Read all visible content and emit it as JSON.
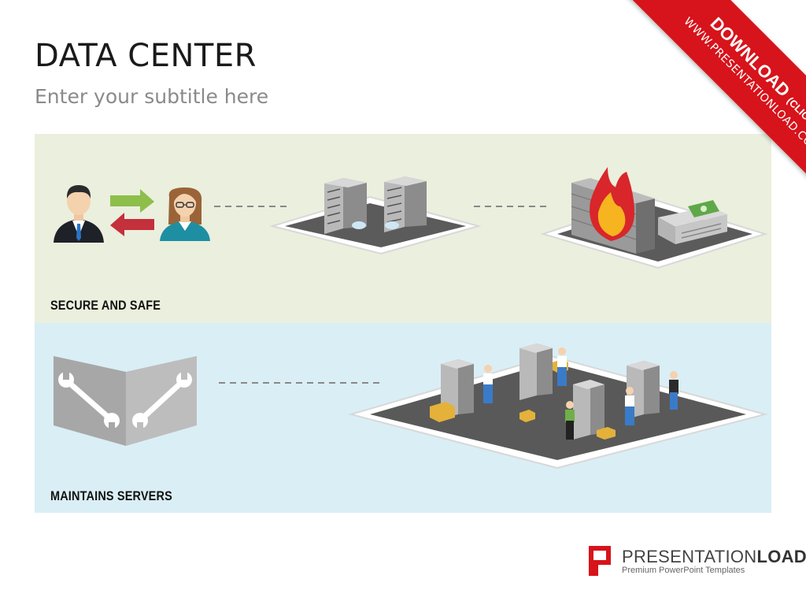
{
  "header": {
    "title": "DATA CENTER",
    "subtitle": "Enter your subtitle here"
  },
  "sections": [
    {
      "label": "SECURE AND SAFE"
    },
    {
      "label": "MAINTAINS SERVERS"
    }
  ],
  "ribbon": {
    "main": "DOWNLOAD",
    "click": "(CLICK)",
    "url": "WWW.PRESENTATIONLOAD.COM"
  },
  "logo": {
    "name_part1": "PRESENTATION",
    "name_part2": "LOAD",
    "registered": "®",
    "tagline": "Premium PowerPoint Templates"
  },
  "icons": {
    "businessman": "businessman-icon",
    "businesswoman": "businesswoman-icon",
    "exchange_arrows": "exchange-arrows-icon",
    "server_room": "server-room-icon",
    "firewall": "firewall-icon",
    "tools": "wrench-tools-icon",
    "maintenance_floor": "maintenance-floor-icon"
  },
  "colors": {
    "band_top": "#ebefdd",
    "band_bottom": "#daeef5",
    "ribbon": "#d7131b",
    "arrow_green": "#8dbf4a",
    "arrow_red": "#c4303b"
  }
}
